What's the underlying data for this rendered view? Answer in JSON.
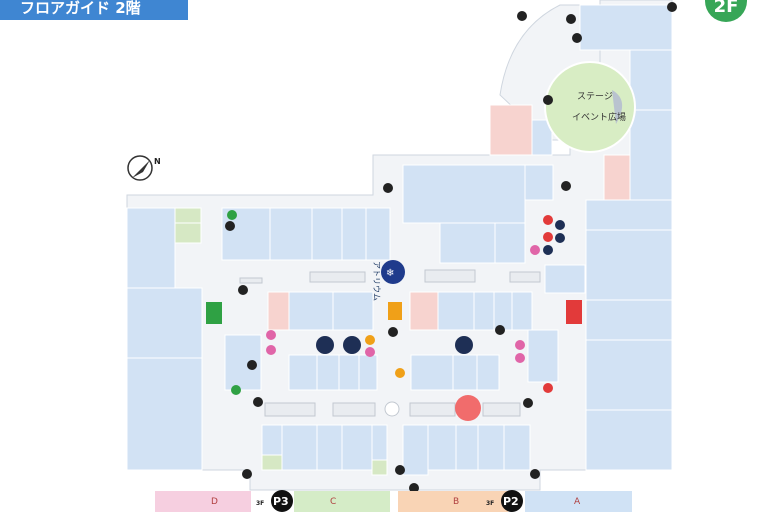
{
  "header": {
    "title": "フロアガイド 2階",
    "floor_badge": "2F"
  },
  "compass": {
    "label": "N"
  },
  "stage": {
    "label": "ステージ",
    "plaza": "イベント広場"
  },
  "atrium": {
    "label": "アトリウム"
  },
  "parking": [
    {
      "id": "P3",
      "sub": "3F"
    },
    {
      "id": "P2",
      "sub": "3F"
    }
  ],
  "zones": [
    "D",
    "C",
    "B",
    "A"
  ],
  "colors": {
    "shop": "#d2e2f4",
    "shop_border": "#ffffff",
    "corridor": "#f2f4f7",
    "outline": "#cfd6df",
    "green_shop": "#d6e8c4",
    "pink_shop": "#f7d3cf",
    "stage_green": "#d8edc4",
    "zone_pink": "#f6cfe0",
    "zone_green": "#d5ecc7",
    "zone_orange": "#f9d4b5",
    "zone_blue": "#d0e2f5",
    "highlight": "#f06464"
  }
}
